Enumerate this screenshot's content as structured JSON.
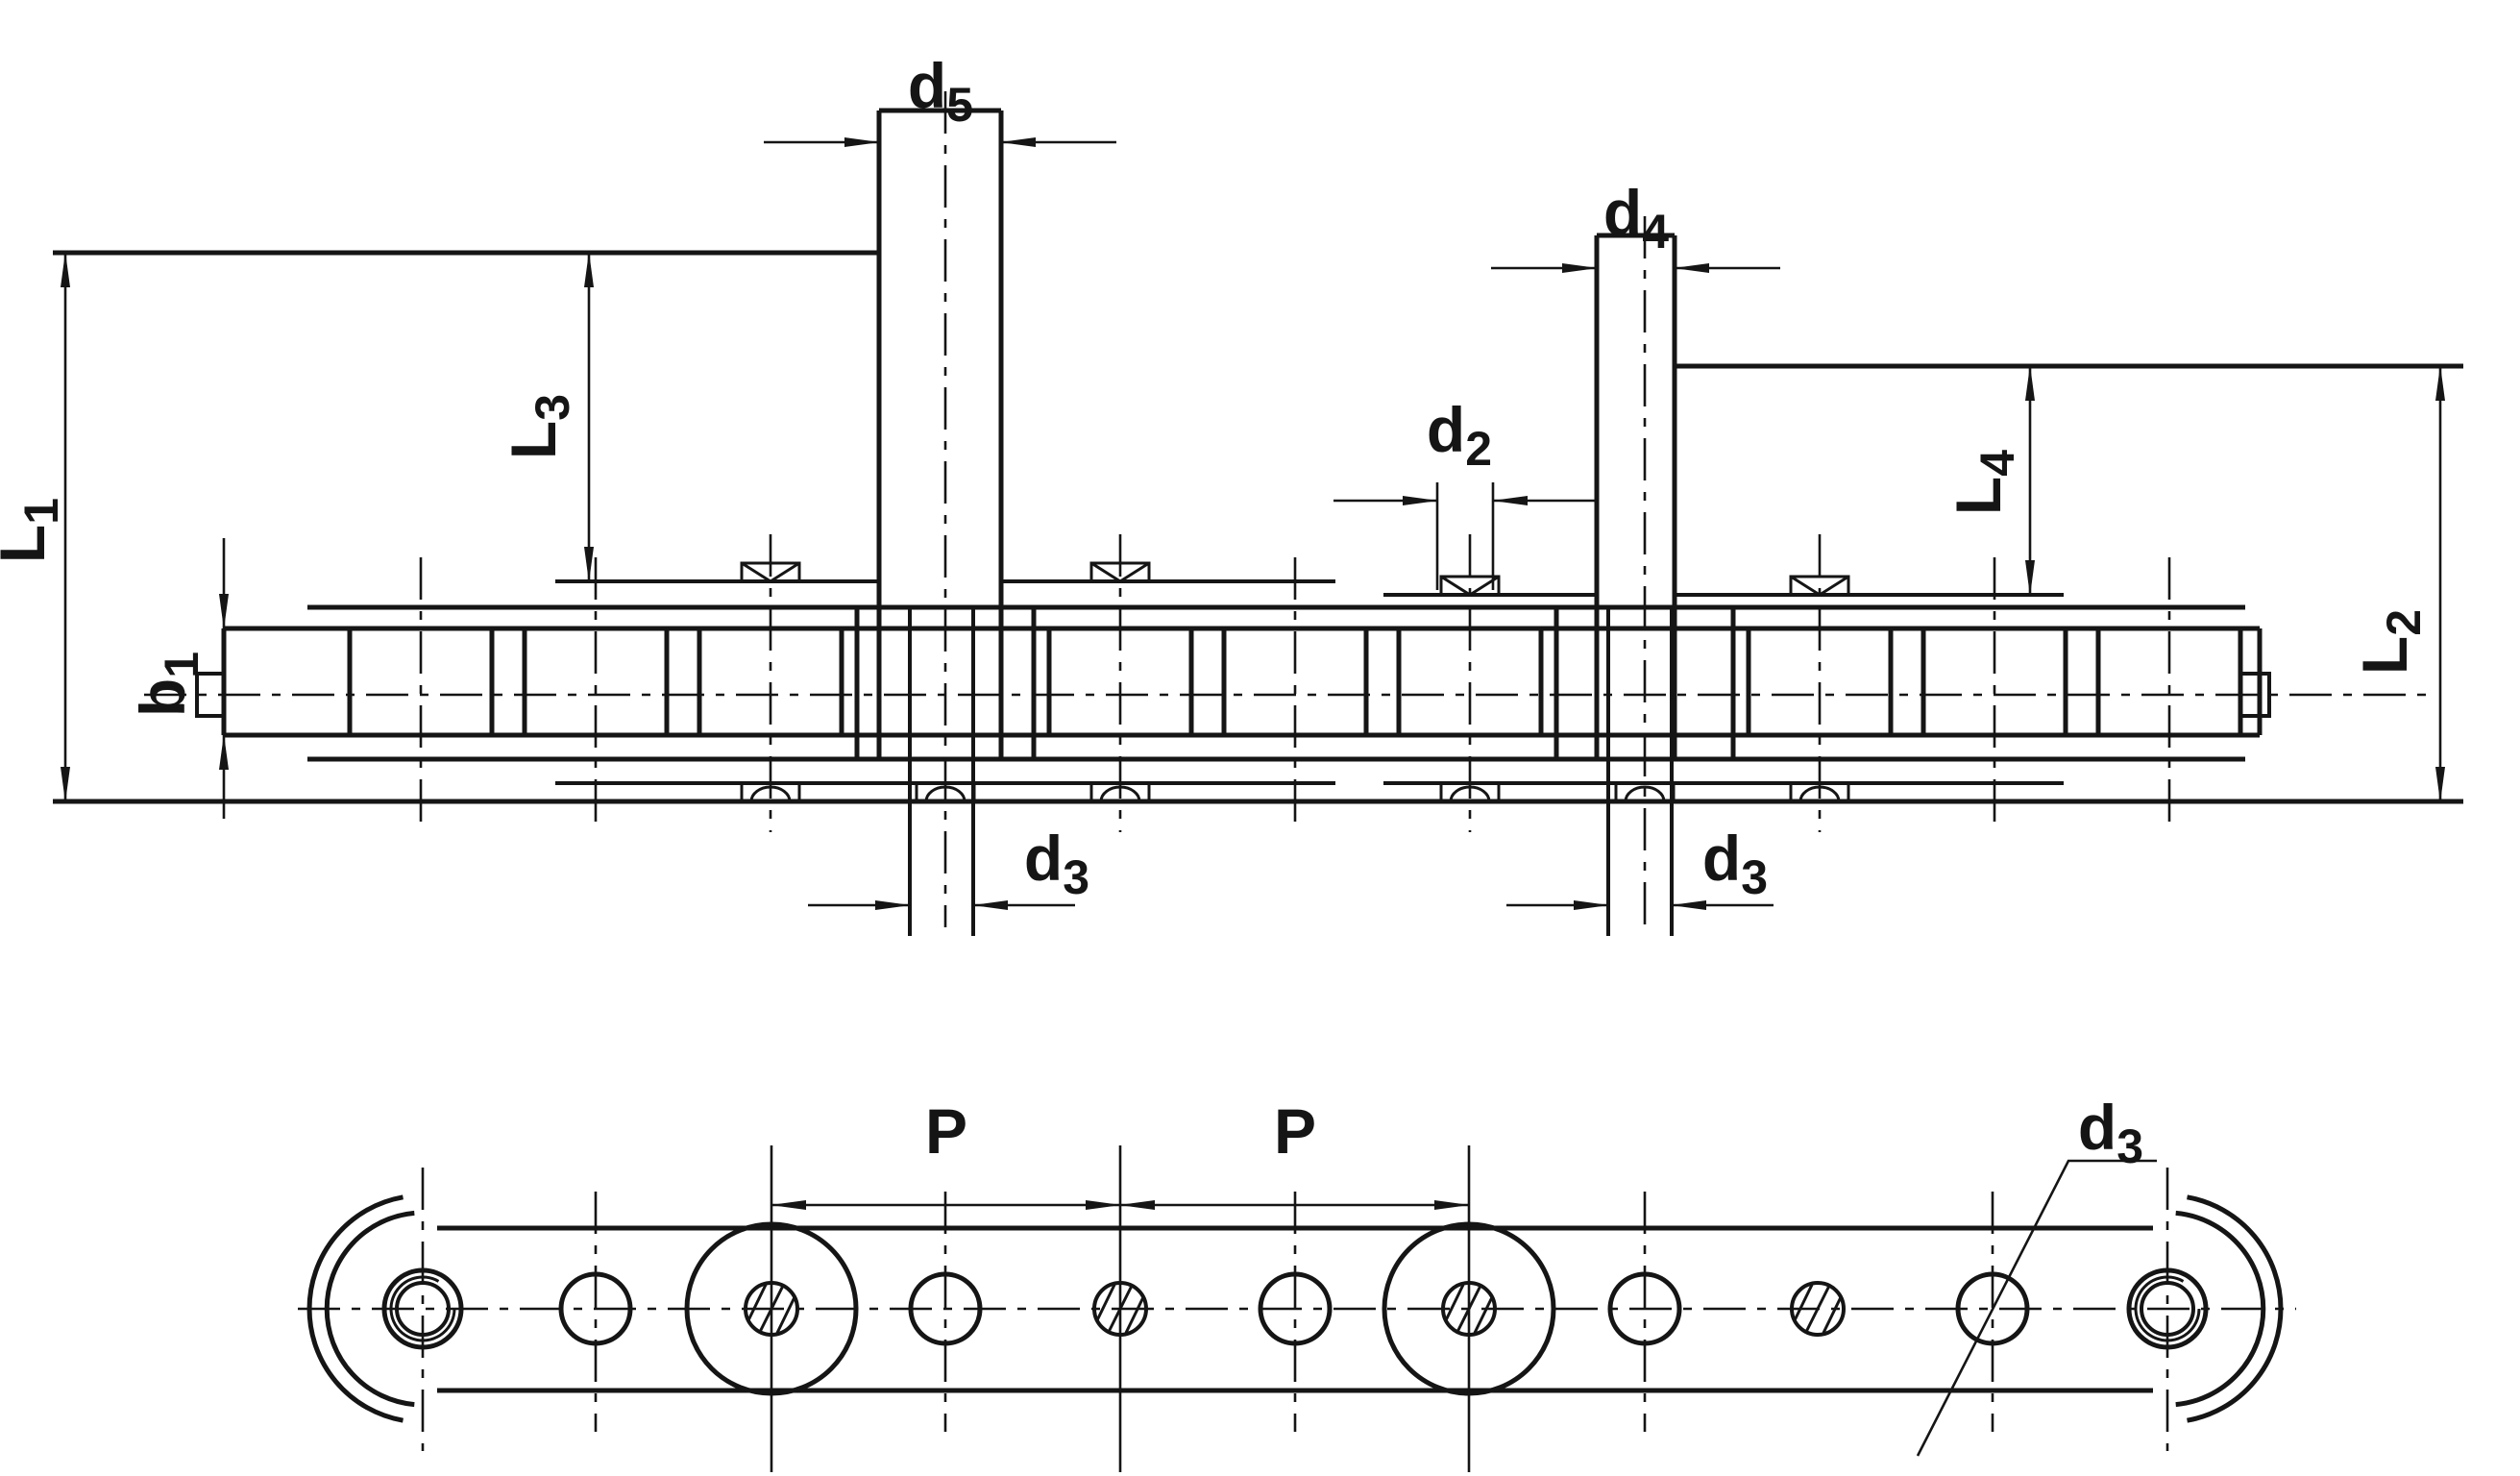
{
  "drawing": {
    "type": "engineering-drawing",
    "subject": "conveyor roller chain with extended pins, side elevation and plan view",
    "colors": {
      "background": "#ffffff",
      "ink": "#151515"
    }
  },
  "labels": {
    "L1": {
      "base": "L",
      "sub": "1"
    },
    "L2": {
      "base": "L",
      "sub": "2"
    },
    "L3": {
      "base": "L",
      "sub": "3"
    },
    "L4": {
      "base": "L",
      "sub": "4"
    },
    "b1": {
      "base": "b",
      "sub": "1"
    },
    "d2": {
      "base": "d",
      "sub": "2"
    },
    "d3_side_left": {
      "base": "d",
      "sub": "3"
    },
    "d3_side_right": {
      "base": "d",
      "sub": "3"
    },
    "d4": {
      "base": "d",
      "sub": "4"
    },
    "d5": {
      "base": "d",
      "sub": "5"
    },
    "pitch_left": {
      "base": "P",
      "sub": ""
    },
    "pitch_right": {
      "base": "P",
      "sub": ""
    },
    "d3_plan": {
      "base": "d",
      "sub": "3"
    }
  }
}
